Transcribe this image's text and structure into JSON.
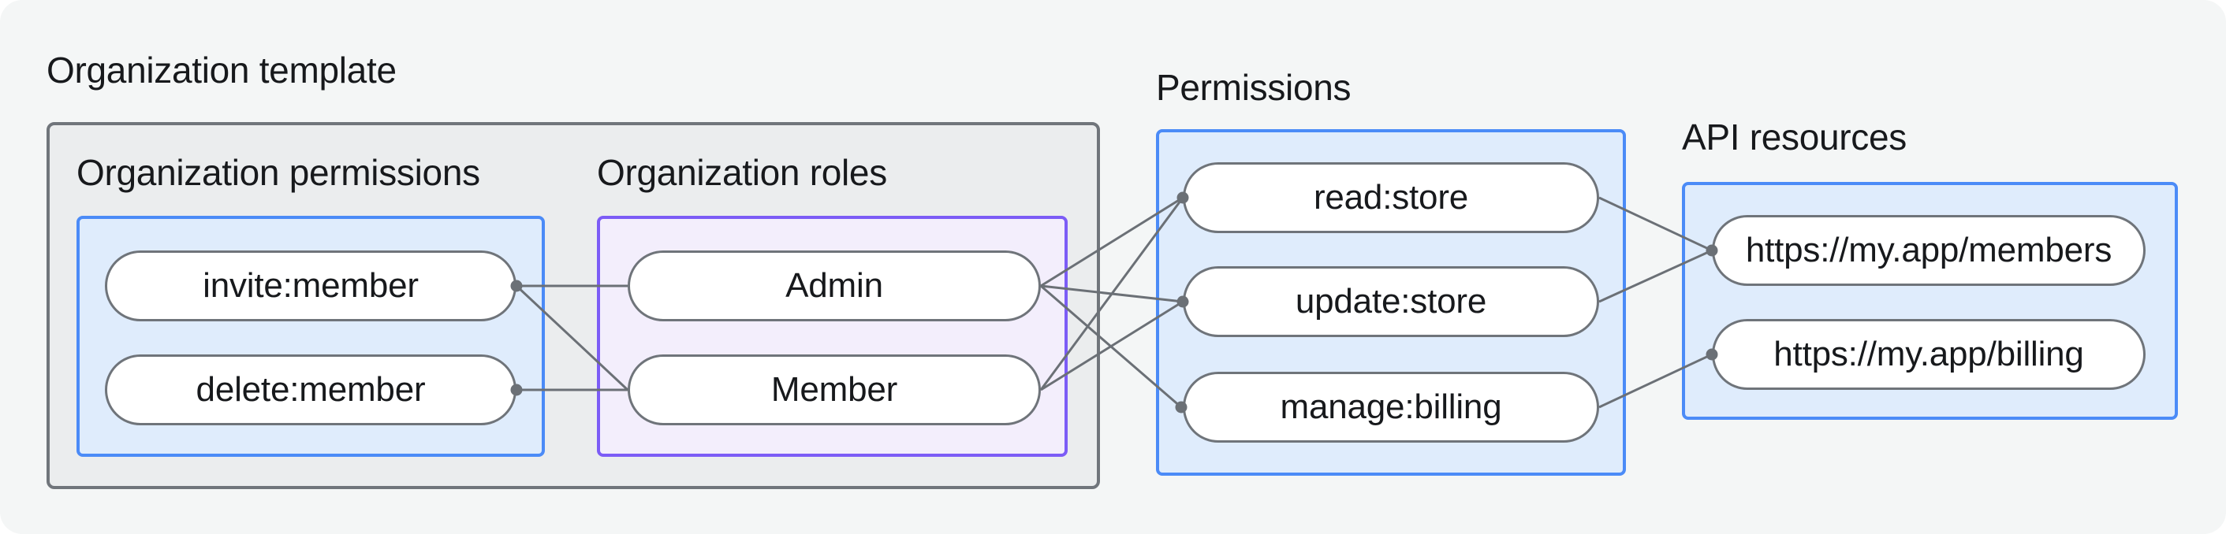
{
  "diagram_title": "Organization template",
  "org_template": {
    "title": "Organization template",
    "org_permissions": {
      "title": "Organization permissions",
      "nodes": [
        {
          "label": "invite:member"
        },
        {
          "label": "delete:member"
        }
      ]
    },
    "org_roles": {
      "title": "Organization roles",
      "nodes": [
        {
          "label": "Admin"
        },
        {
          "label": "Member"
        }
      ]
    }
  },
  "permissions": {
    "title": "Permissions",
    "nodes": [
      {
        "label": "read:store"
      },
      {
        "label": "update:store"
      },
      {
        "label": "manage:billing"
      }
    ]
  },
  "api_resources": {
    "title": "API resources",
    "nodes": [
      {
        "label": "https://my.app/members"
      },
      {
        "label": "https://my.app/billing"
      }
    ]
  },
  "connections": [
    {
      "from": "invite:member",
      "to": "Admin"
    },
    {
      "from": "invite:member",
      "to": "Member"
    },
    {
      "from": "delete:member",
      "to": "Member"
    },
    {
      "from": "Admin",
      "to": "read:store"
    },
    {
      "from": "Admin",
      "to": "update:store"
    },
    {
      "from": "Admin",
      "to": "manage:billing"
    },
    {
      "from": "Member",
      "to": "read:store"
    },
    {
      "from": "Member",
      "to": "update:store"
    },
    {
      "from": "read:store",
      "to": "https://my.app/members"
    },
    {
      "from": "update:store",
      "to": "https://my.app/members"
    },
    {
      "from": "manage:billing",
      "to": "https://my.app/billing"
    }
  ],
  "colors": {
    "page_bg": "#f4f6f6",
    "gray_box_fill": "#ebedee",
    "gray_box_border": "#70757b",
    "blue_box_fill": "#dfecfc",
    "blue_box_border": "#4b8bf7",
    "purple_box_fill": "#f3eefc",
    "purple_box_border": "#7c5cf6",
    "pill_fill": "#ffffff",
    "pill_border": "#6f747a",
    "connector": "#6b7076",
    "text": "#17191c"
  }
}
